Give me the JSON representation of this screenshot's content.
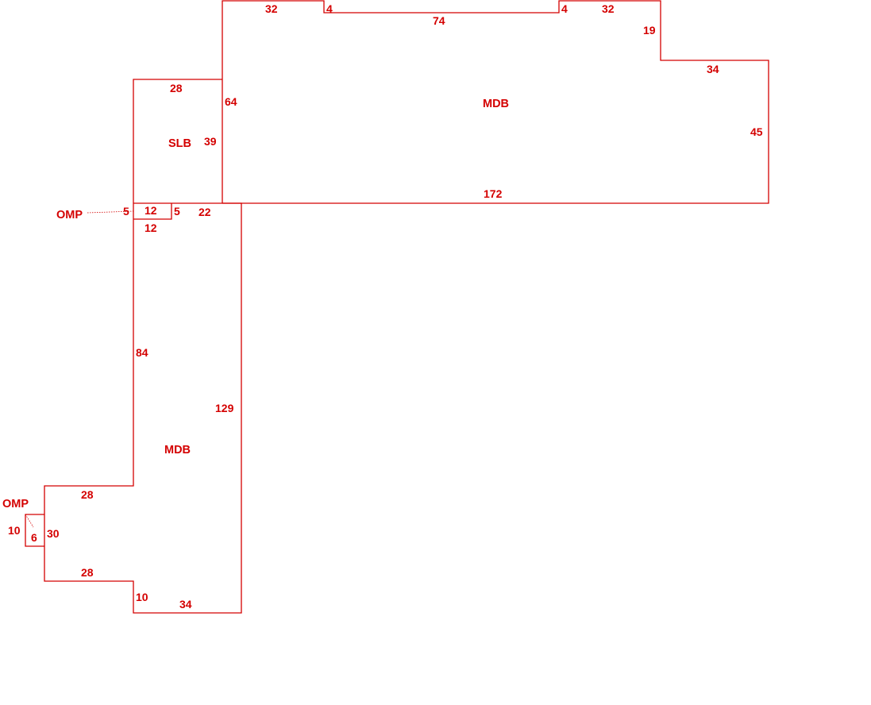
{
  "colors": {
    "line": "#d40000",
    "text": "#d40000",
    "background": "#ffffff"
  },
  "areas": {
    "mdb_top": "MDB",
    "slb": "SLB",
    "mdb_bottom": "MDB",
    "omp_top": "OMP",
    "omp_bottom": "OMP"
  },
  "dimensions": {
    "top_32_left": "32",
    "top_4_left": "4",
    "top_74": "74",
    "top_4_right": "4",
    "top_32_right": "32",
    "step_19": "19",
    "right_34": "34",
    "right_45": "45",
    "bottom_172": "172",
    "slb_28": "28",
    "mdb_64": "64",
    "slb_39": "39",
    "omp_5_left": "5",
    "omp_12_top": "12",
    "omp_5_right": "5",
    "omp_12_bottom": "12",
    "corridor_22": "22",
    "wall_84": "84",
    "wall_129": "129",
    "ledge_28_top": "28",
    "recess_30": "30",
    "omp_10": "10",
    "omp_6": "6",
    "ledge_28_bottom": "28",
    "foot_10": "10",
    "foot_34": "34"
  }
}
